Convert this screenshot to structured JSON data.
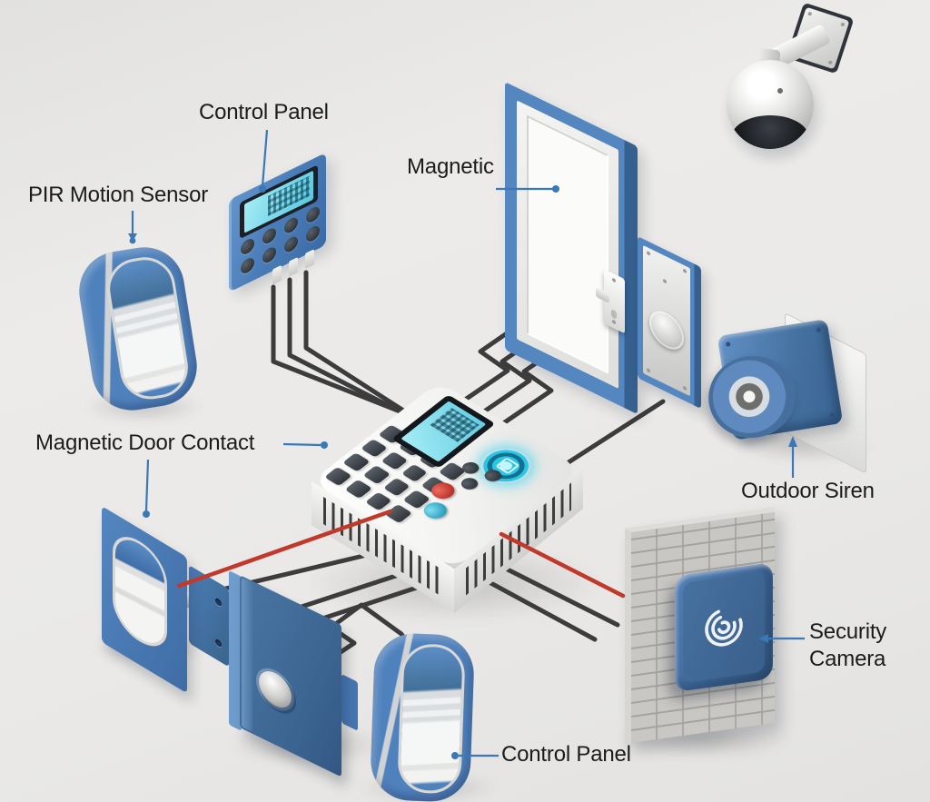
{
  "scene": {
    "description": "3D illustration of a home security alarm system: sensors, keypads, siren and cameras wired to a central alarm control panel"
  },
  "colors": {
    "background": "#e9e8e6",
    "device_blue": "#4a7db8",
    "device_blue_dark": "#35608f",
    "lcd_cyan": "#6fd6e8",
    "metal_silver": "#d9d9d7",
    "wire_black": "#3c3c3c",
    "wire_red": "#c0392b",
    "leader_blue": "#3a78b8",
    "label_text": "#1b1b1b",
    "brick_gray": "#c8c7c3"
  },
  "annotations": [
    {
      "id": "control-panel-top",
      "text": "Control Panel"
    },
    {
      "id": "pir-motion-sensor",
      "text": "PIR Motion Sensor"
    },
    {
      "id": "magnetic",
      "text": "Magnetic"
    },
    {
      "id": "magnetic-door-contact",
      "text": "Magnetic Door Contact"
    },
    {
      "id": "outdoor-siren",
      "text": "Outdoor Siren"
    },
    {
      "id": "security-camera",
      "text": "Security Camera"
    },
    {
      "id": "control-panel-bottom",
      "text": "Control Panel"
    }
  ],
  "devices": [
    {
      "id": "keypad-control-panel",
      "name": "Wall keypad with LCD display"
    },
    {
      "id": "pir-motion-sensor",
      "name": "PIR motion sensor"
    },
    {
      "id": "magnetic-door",
      "name": "Door with magnetic lock contact"
    },
    {
      "id": "button-plate",
      "name": "Wall plate with round button"
    },
    {
      "id": "outdoor-siren",
      "name": "Outdoor horn siren"
    },
    {
      "id": "dome-camera",
      "name": "Dome security camera on wall mount"
    },
    {
      "id": "alarm-hub",
      "name": "Central alarm control panel with keypad and LCD"
    },
    {
      "id": "door-contact",
      "name": "Magnetic door contact sensor with bracket"
    },
    {
      "id": "door-panel",
      "name": "Door panel with metal knob"
    },
    {
      "id": "bottom-motion-sensor",
      "name": "Motion sensor"
    },
    {
      "id": "brick-wall-box",
      "name": "Blue security unit with swirl logo on brick wall"
    }
  ]
}
